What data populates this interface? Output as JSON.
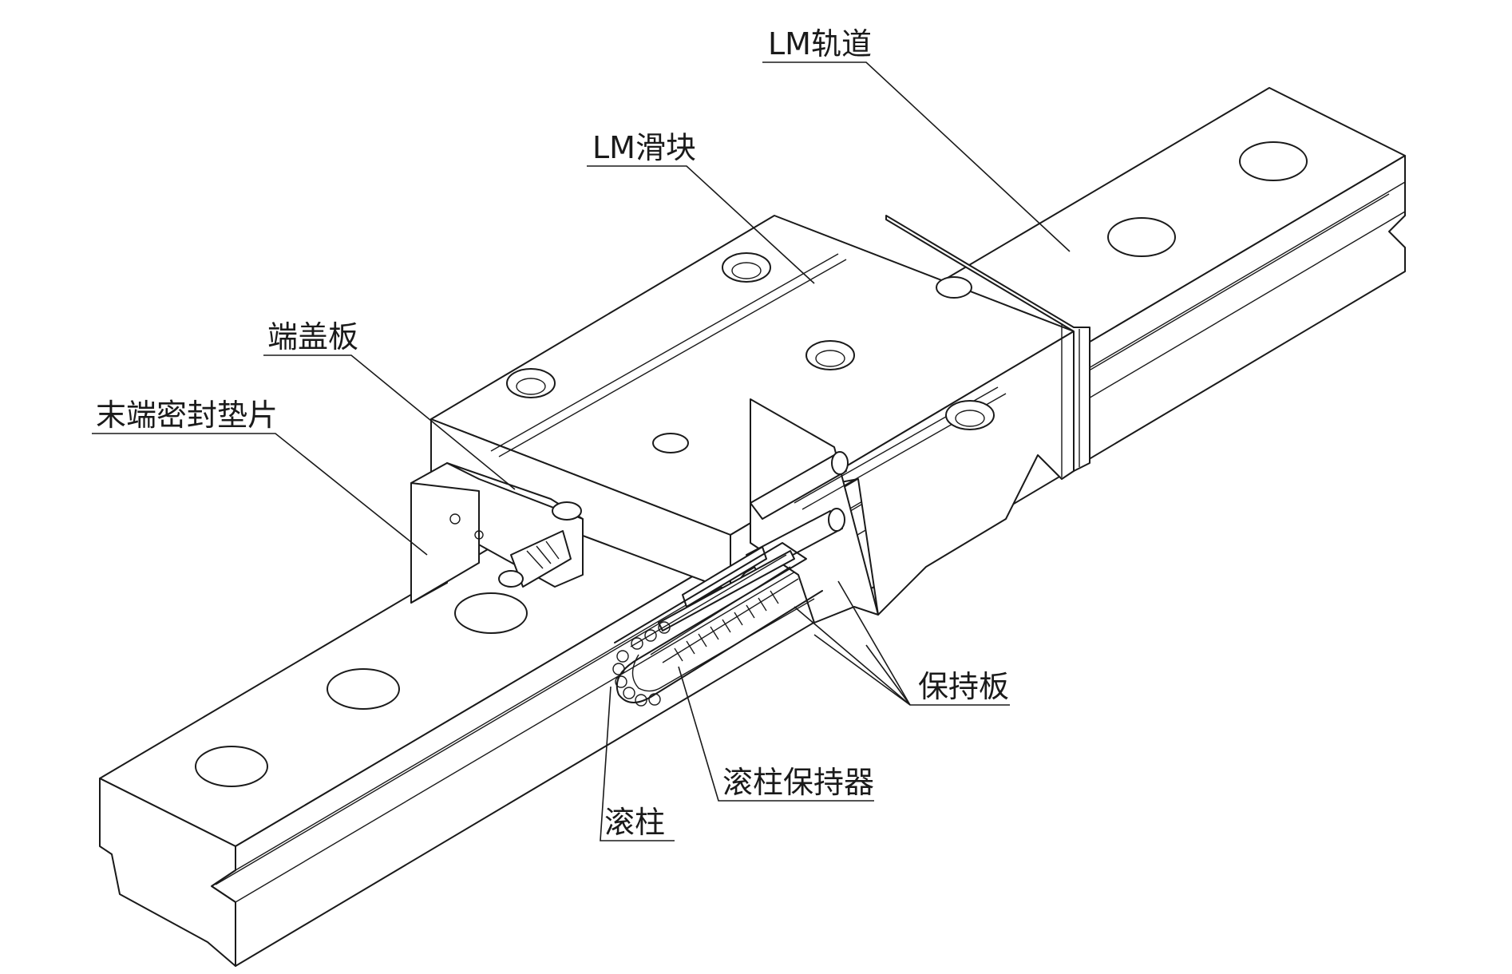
{
  "labels": {
    "lm_rail": "LM轨道",
    "lm_block": "LM滑块",
    "end_plate": "端盖板",
    "end_seal": "末端密封垫片",
    "retainer_plate": "保持板",
    "roller_cage": "滚柱保持器",
    "roller": "滚柱"
  }
}
